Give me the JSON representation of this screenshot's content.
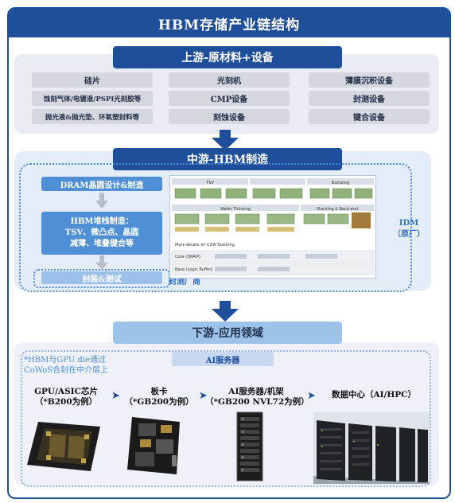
{
  "title": "HBM存储产业链结构",
  "upstream": {
    "header": "上游-原材料+设备",
    "cells": [
      [
        "硅片",
        "光刻机",
        "薄膜沉积设备"
      ],
      [
        "蚀刻气体/电镀液/PSPI光刻胶等",
        "CMP设备",
        "封测设备"
      ],
      [
        "抛光液&抛光垫、环氧塑封料等",
        "刻蚀设备",
        "键合设备"
      ]
    ]
  },
  "midstream": {
    "header": "中游-HBM制造",
    "box_dram": "DRAM晶圆设计&制造",
    "box_stack_lines": [
      "HBM堆栈制造：",
      "TSV、微凸点、晶圆",
      "减薄、堆叠键合等"
    ],
    "box_pkg": "封装&测试",
    "label_osat": "封测厂商",
    "label_idm_lines": [
      "IDM",
      "（原厂）"
    ],
    "diagram_texts": {
      "col_tsv": "TSV",
      "col_bumping": "Bumping",
      "col_wafer_thinning": "Wafer Thinning",
      "col_stacking": "Stacking & Back-end",
      "row_more_details": "More details on C2W Stacking",
      "row_core": "Core (DRAM)",
      "row_base": "Base (Logic Buffer)"
    }
  },
  "downstream": {
    "header": "下游-应用领域",
    "server_label": "AI服务器",
    "note_lines": [
      "*HBM与GPU die通过",
      "CoWoS合封在中介层上"
    ],
    "products": [
      {
        "lines": [
          "GPU/ASIC芯片",
          "（*B200为例）"
        ]
      },
      {
        "lines": [
          "板卡",
          "（*GB200为例）"
        ]
      },
      {
        "lines": [
          "AI服务器/机架",
          "（*GB200 NVL72为例）"
        ]
      },
      {
        "lines": [
          "数据中心（AI/HPC）"
        ]
      }
    ]
  },
  "colors": {
    "primary": "#1f4e9a",
    "accent": "#4f8fd6",
    "panel": "#e9ecf3",
    "dotted": "#4a8bd6"
  }
}
